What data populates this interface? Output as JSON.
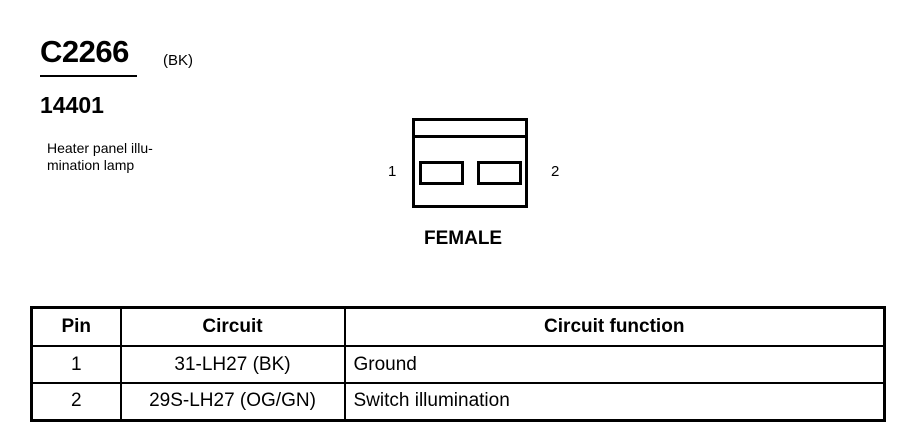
{
  "connector": {
    "id": "C2266",
    "color": "(BK)",
    "part_number": "14401",
    "description_lines": [
      "Heater panel illu-",
      "mination lamp"
    ],
    "pin_labels": [
      "1",
      "2"
    ],
    "gender": "FEMALE"
  },
  "pin_table": {
    "headers": [
      "Pin",
      "Circuit",
      "Circuit function"
    ],
    "rows": [
      {
        "pin": "1",
        "circuit": "31-LH27 (BK)",
        "function": "Ground"
      },
      {
        "pin": "2",
        "circuit": "29S-LH27 (OG/GN)",
        "function": "Switch illumination"
      }
    ]
  }
}
